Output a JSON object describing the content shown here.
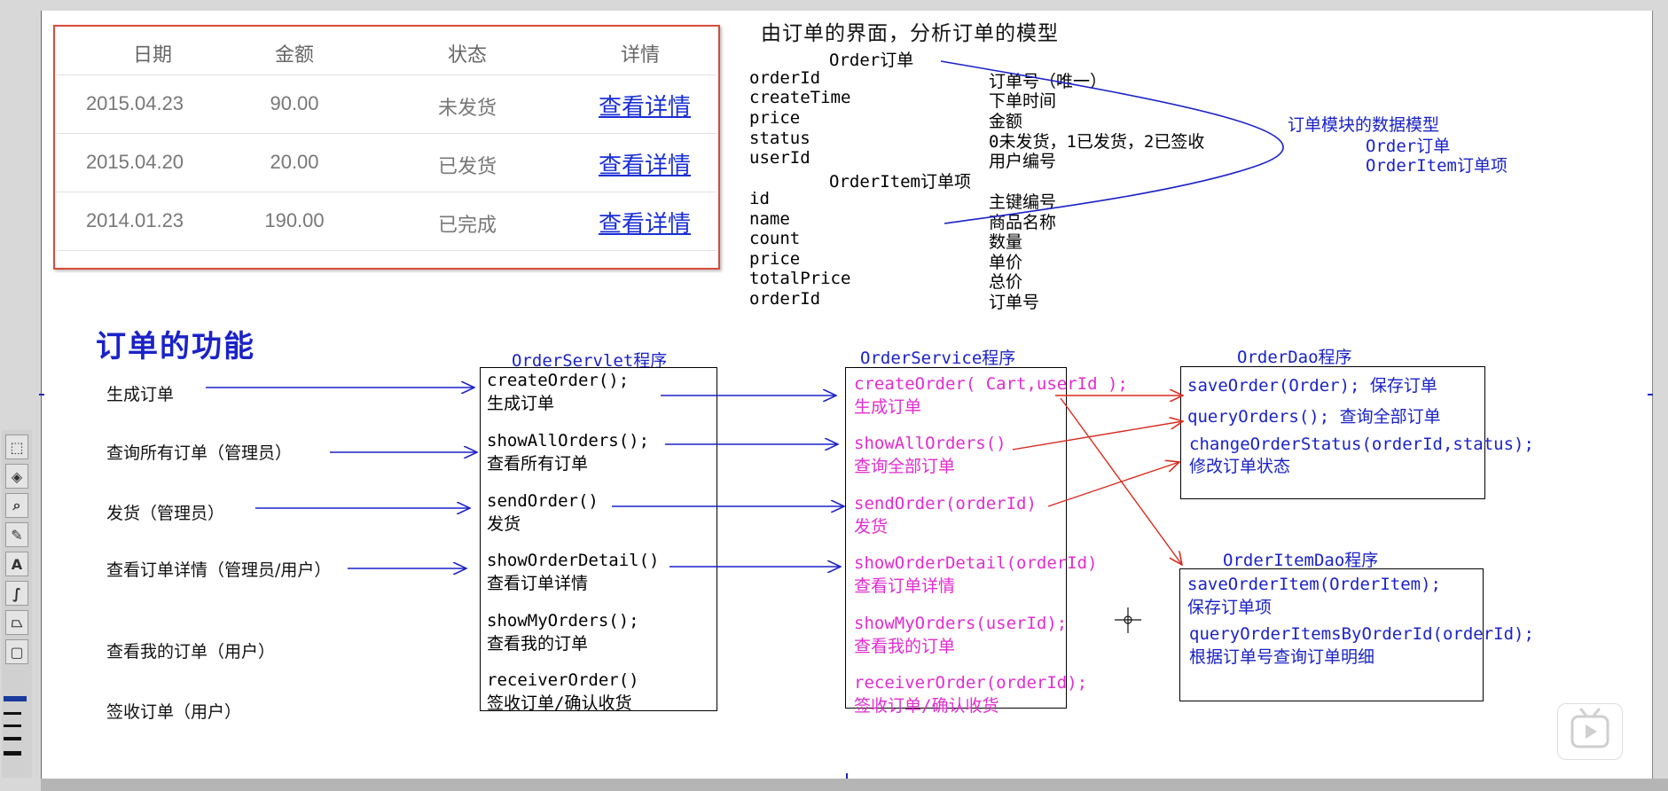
{
  "order_table": {
    "headers": [
      "日期",
      "金额",
      "状态",
      "详情"
    ],
    "rows": [
      {
        "date": "2015.04.23",
        "amount": "90.00",
        "status": "未发货",
        "detail": "查看详情"
      },
      {
        "date": "2015.04.20",
        "amount": "20.00",
        "status": "已发货",
        "detail": "查看详情"
      },
      {
        "date": "2014.01.23",
        "amount": "190.00",
        "status": "已完成",
        "detail": "查看详情"
      }
    ]
  },
  "model": {
    "heading": "由订单的界面，分析订单的模型",
    "order_title": "Order订单",
    "order_fields": [
      {
        "name": "orderId",
        "desc": "订单号（唯一）"
      },
      {
        "name": "createTime",
        "desc": "下单时间"
      },
      {
        "name": "price",
        "desc": "金额"
      },
      {
        "name": "status",
        "desc": "0未发货，1已发货，2已签收"
      },
      {
        "name": "userId",
        "desc": "用户编号"
      }
    ],
    "item_title": "OrderItem订单项",
    "item_fields": [
      {
        "name": "id",
        "desc": "主键编号"
      },
      {
        "name": "name",
        "desc": "商品名称"
      },
      {
        "name": "count",
        "desc": "数量"
      },
      {
        "name": "price",
        "desc": "单价"
      },
      {
        "name": "totalPrice",
        "desc": "总价"
      },
      {
        "name": "orderId",
        "desc": "订单号"
      }
    ],
    "note_title": "订单模块的数据模型",
    "note_lines": [
      "Order订单",
      "OrderItem订单项"
    ]
  },
  "functions": {
    "title": "订单的功能",
    "items": [
      "生成订单",
      "查询所有订单（管理员）",
      "发货（管理员）",
      "查看订单详情（管理员/用户）",
      "查看我的订单（用户）",
      "签收订单（用户）"
    ]
  },
  "servlet": {
    "title": "OrderServlet程序",
    "methods": [
      {
        "sig": "createOrder();",
        "desc": "生成订单"
      },
      {
        "sig": "showAllOrders();",
        "desc": "查看所有订单"
      },
      {
        "sig": "sendOrder()",
        "desc": "发货"
      },
      {
        "sig": "showOrderDetail()",
        "desc": "查看订单详情"
      },
      {
        "sig": "showMyOrders();",
        "desc": "查看我的订单"
      },
      {
        "sig": "receiverOrder()",
        "desc": "签收订单/确认收货"
      }
    ]
  },
  "service": {
    "title": "OrderService程序",
    "methods": [
      {
        "sig": "createOrder( Cart,userId );",
        "desc": "生成订单"
      },
      {
        "sig": "showAllOrders()",
        "desc": "查询全部订单"
      },
      {
        "sig": "sendOrder(orderId)",
        "desc": "发货"
      },
      {
        "sig": "showOrderDetail(orderId)",
        "desc": "查看订单详情"
      },
      {
        "sig": "showMyOrders(userId);",
        "desc": "查看我的订单"
      },
      {
        "sig": "receiverOrder(orderId);",
        "desc": "签收订单/确认收货"
      }
    ]
  },
  "dao": {
    "title": "OrderDao程序",
    "lines": [
      "saveOrder(Order); 保存订单",
      "queryOrders(); 查询全部订单",
      "changeOrderStatus(orderId,status);",
      "修改订单状态"
    ]
  },
  "item_dao": {
    "title": "OrderItemDao程序",
    "lines": [
      "saveOrderItem(OrderItem);",
      "保存订单项",
      "queryOrderItemsByOrderId(orderId);",
      "根据订单号查询订单明细"
    ]
  },
  "colors": {
    "blue": "#1a22c8",
    "pink": "#e22cd0",
    "red": "#d92b1e",
    "link": "#1a2fd6"
  },
  "icons": [
    "select-rect-icon",
    "fill-icon",
    "zoom-icon",
    "pencil-icon",
    "text-icon",
    "curve-icon",
    "polygon-icon",
    "rounded-rect-icon",
    "play-icon",
    "crosshair-icon"
  ]
}
